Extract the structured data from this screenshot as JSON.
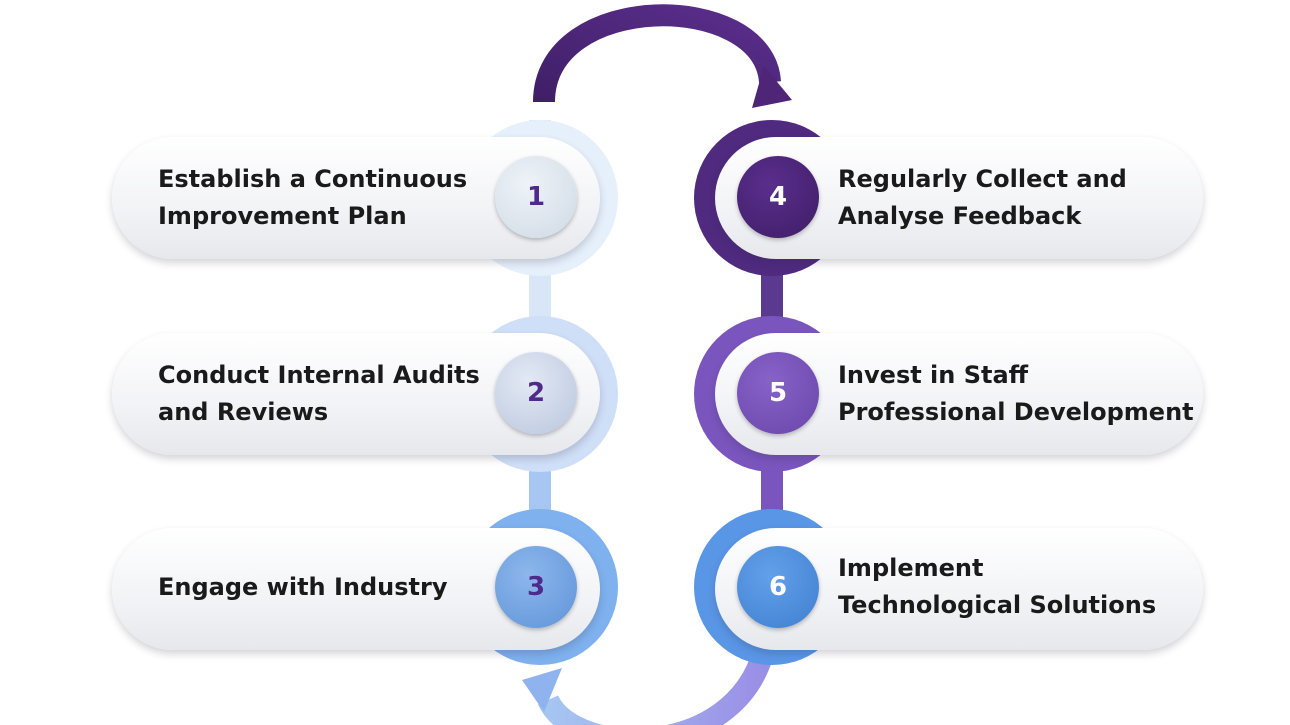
{
  "steps": [
    {
      "number": "1",
      "lines": [
        "Establish a Continuous",
        "Improvement Plan"
      ]
    },
    {
      "number": "2",
      "lines": [
        "Conduct Internal Audits",
        "and Reviews"
      ]
    },
    {
      "number": "3",
      "lines": [
        "Engage with Industry"
      ]
    },
    {
      "number": "4",
      "lines": [
        "Regularly Collect and",
        "Analyse Feedback"
      ]
    },
    {
      "number": "5",
      "lines": [
        "Invest in Staff",
        "Professional Development"
      ]
    },
    {
      "number": "6",
      "lines": [
        "Implement",
        "Technological Solutions"
      ]
    }
  ],
  "colors": {
    "step1_ring": "#e6f0fb",
    "step1_badge": "#dde6ef",
    "step2_ring": "#cfdff7",
    "step2_badge": "#c7d2e6",
    "step3_ring": "#7eb1ee",
    "step3_badge": "#6c9fe0",
    "step4_ring": "#4f2a7f",
    "step4_badge": "#4a2577",
    "step5_ring": "#7a55be",
    "step5_badge": "#7550b3",
    "step6_ring": "#5a96e6",
    "step6_badge": "#4a88d8",
    "left_connector": "#d9e6f7",
    "right_connector": "#5a3a8e",
    "top_arrow": "#4f2577",
    "bottom_arrow": "#8fb3ee",
    "text": "#1a1a1a"
  }
}
